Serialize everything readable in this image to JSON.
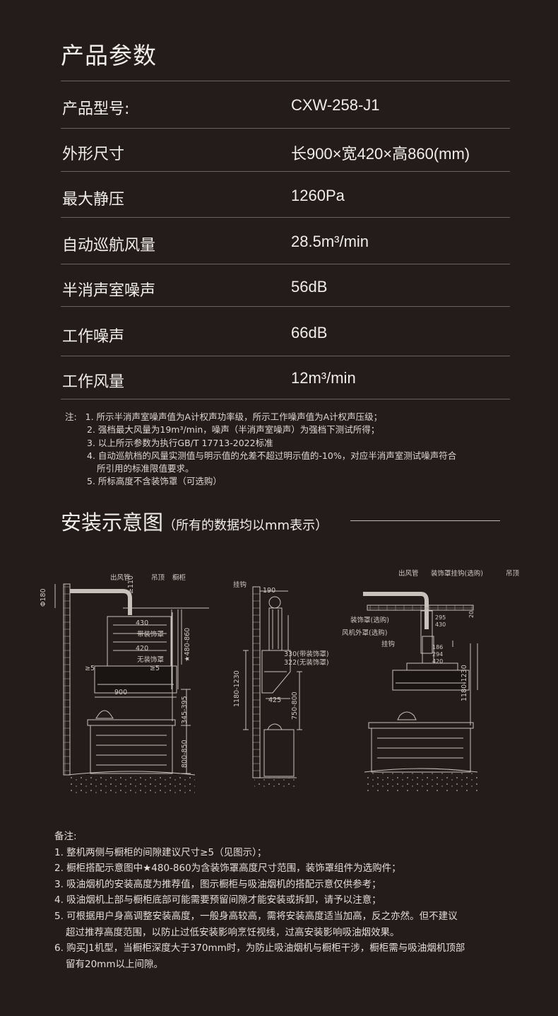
{
  "title": "产品参数",
  "specs": [
    {
      "label": "产品型号:",
      "value": "CXW-258-J1"
    },
    {
      "label": "外形尺寸",
      "value": "长900×宽420×高860(mm)"
    },
    {
      "label": "最大静压",
      "value": "1260Pa"
    },
    {
      "label": "自动巡航风量",
      "value": "28.5m³/min"
    },
    {
      "label": "半消声室噪声",
      "value": "56dB"
    },
    {
      "label": "工作噪声",
      "value": "66dB"
    },
    {
      "label": "工作风量",
      "value": "12m³/min"
    }
  ],
  "notes": {
    "prefix": "注:",
    "lines": [
      "1. 所示半消声室噪声值为A计权声功率级，所示工作噪声值为A计权声压级；",
      "2. 强档最大风量为19m³/min，噪声（半消声室噪声）为强档下测试所得；",
      "3. 以上所示参数为执行GB/T 17713-2022标准",
      "4. 自动巡航档的风量实测值与明示值的允差不超过明示值的-10%，对应半消声室测试噪声符合",
      "所引用的标准限值要求。",
      "5. 所标高度不含装饰罩（可选购）"
    ]
  },
  "install": {
    "title": "安装示意图",
    "subtitle": "（所有的数据均以mm表示）"
  },
  "diagram": {
    "left": {
      "phi180": "Φ180",
      "outlet": "出风管",
      "ceiling": "吊顶",
      "cabinet": "橱柜",
      "d110": "≥110",
      "d430": "430",
      "with_cover": "带装饰罩",
      "d420": "420",
      "without_cover": "无装饰罩",
      "range": "★480-860",
      "gap_l": "≥5",
      "gap_r": "≥5",
      "w900": "900",
      "h345": "345-395",
      "h800": "800-850"
    },
    "middle": {
      "hook": "挂钩",
      "d190": "190",
      "d330": "330(带装饰罩)",
      "d322": "322(无装饰罩)",
      "h1180": "1180-1230",
      "d425": "425",
      "h750": "750-800"
    },
    "right": {
      "outlet": "出风管",
      "cover_hook": "装饰罩挂钩(选购)",
      "ceiling": "吊顶",
      "cover": "装饰罩(选购)",
      "shell": "风机外罩(选购)",
      "hook": "挂钩",
      "d295": "295",
      "d430": "430",
      "d20": "20",
      "d186": "186",
      "d294": "294",
      "d420": "420",
      "h1180": "1180-1230"
    }
  },
  "remarks": {
    "title": "备注:",
    "lines": [
      "1. 整机两侧与橱柜的间隙建议尺寸≥5（见图示）；",
      "2. 橱柜搭配示意图中★480-860为含装饰罩高度尺寸范围，装饰罩组件为选购件；",
      "3. 吸油烟机的安装高度为推荐值，图示橱柜与吸油烟机的搭配示意仅供参考；",
      "4. 吸油烟机上部与橱柜底部可能需要预留间隙才能安装或拆卸，请予以注意；",
      "5. 可根据用户身高调整安装高度，一般身高较高，需将安装高度适当加高，反之亦然。但不建议",
      "超过推荐高度范围，以防止过低安装影响烹饪视线，过高安装影响吸油烟效果。",
      "6. 购买J1机型，当橱柜深度大于370mm时，为防止吸油烟机与橱柜干涉，橱柜需与吸油烟机顶部",
      "留有20mm以上间隙。"
    ]
  }
}
